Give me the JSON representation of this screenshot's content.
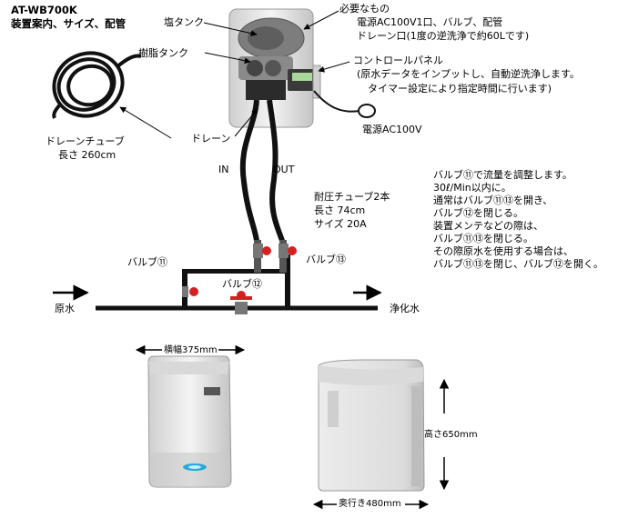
{
  "header": {
    "model": "AT-WB700K",
    "subtitle": "装置案内、サイズ、配管"
  },
  "unit_labels": {
    "salt_tank": "塩タンク",
    "resin_tank": "樹脂タンク",
    "drain": "ドレーン"
  },
  "requirements": {
    "title": "必要なもの",
    "line1": "電源AC100V1口、バルブ、配管",
    "line2": "ドレーン口(1度の逆洗浄で約60Lです)"
  },
  "control_panel": {
    "title": "コントロールパネル",
    "line1": "(原水データをインプットし、自動逆洗浄します。",
    "line2": "タイマー設定により指定時間に行います)"
  },
  "power": {
    "label": "電源AC100V"
  },
  "drain_tube": {
    "name": "ドレーンチューブ",
    "length": "長さ 260cm"
  },
  "pipes": {
    "in_label": "IN",
    "out_label": "OUT"
  },
  "pressure_tube": {
    "name": "耐圧チューブ2本",
    "length": "長さ 74cm",
    "size": "サイズ 20A"
  },
  "valves": {
    "v11": "バルブ⑪",
    "v12": "バルブ⑫",
    "v13": "バルブ⑬"
  },
  "flow": {
    "raw_water": "原水",
    "purified_water": "浄化水"
  },
  "instructions": [
    "バルブ⑪で流量を調整します。",
    "30ℓ/Min以内に。",
    "通常はバルブ⑪⑬を開き、",
    "バルブ⑫を閉じる。",
    "装置メンテなどの際は、",
    "バルブ⑪⑬を閉じる。",
    "その際原水を使用する場合は、",
    "バルブ⑪⑬を閉じ、バルブ⑫を開く。"
  ],
  "dimensions": {
    "width": "横幅375mm",
    "height": "高さ650mm",
    "depth": "奥行き480mm"
  },
  "colors": {
    "pipe": "#111111",
    "valve_red": "#d42020",
    "unit_body": "#e6e6e6",
    "unit_shadow": "#b8b8b8",
    "accent_blue": "#2aa7d6",
    "panel_green": "#a8d89a"
  }
}
